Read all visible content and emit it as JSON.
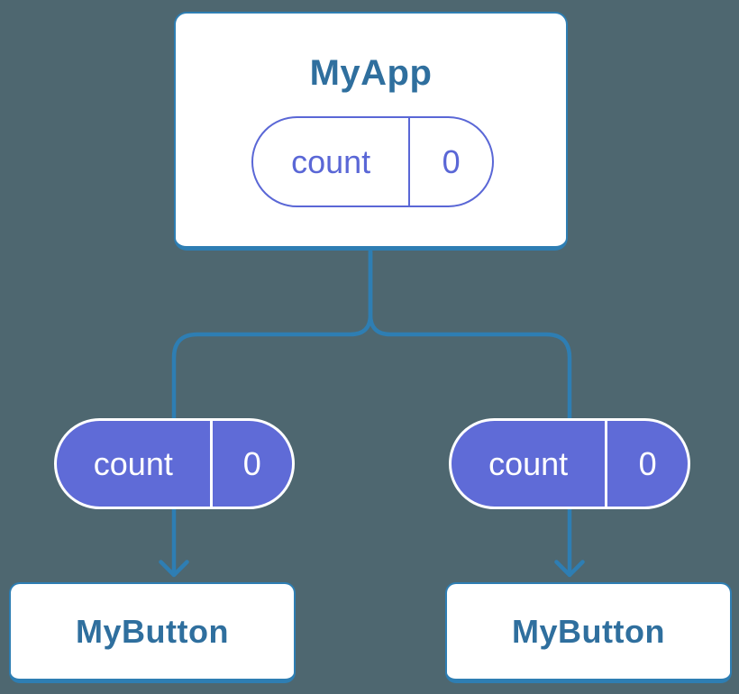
{
  "colors": {
    "background": "#4e6770",
    "connector": "#2e7eb3",
    "node_fill": "#ffffff",
    "node_border": "#2e7eb3",
    "heading_text": "#2f6f9e",
    "pill_fill": "#5f6bd7",
    "pill_outline": "#5a67d6",
    "pill_text_light": "#ffffff"
  },
  "app_node": {
    "title": "MyApp",
    "state_pill": {
      "label": "count",
      "value": "0"
    }
  },
  "prop_pills": [
    {
      "label": "count",
      "value": "0"
    },
    {
      "label": "count",
      "value": "0"
    }
  ],
  "child_nodes": [
    {
      "title": "MyButton"
    },
    {
      "title": "MyButton"
    }
  ]
}
